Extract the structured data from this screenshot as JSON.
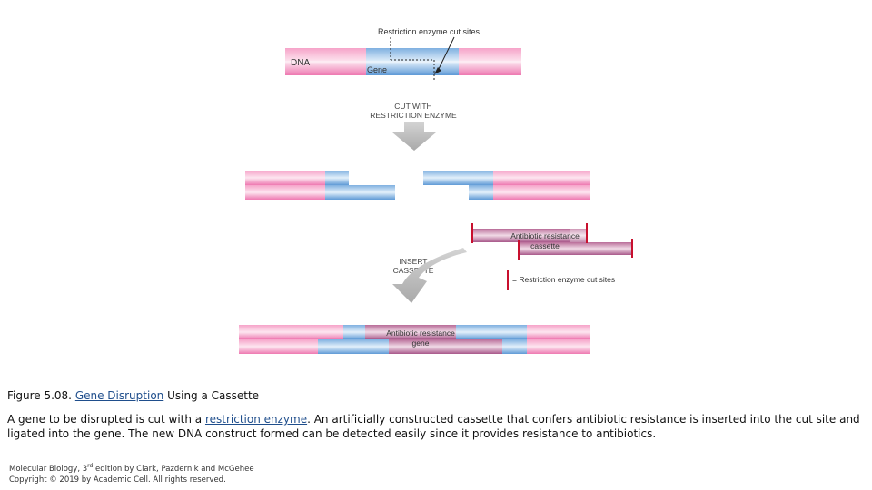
{
  "diagram": {
    "labels": {
      "cut_sites": "Restriction enzyme cut sites",
      "dna": "DNA",
      "gene": "Gene",
      "cut_step_line1": "CUT WITH",
      "cut_step_line2": "RESTRICTION ENZYME",
      "cassette_line1": "Antibiotic resistance",
      "cassette_line2": "cassette",
      "insert_step_line1": "INSERT",
      "insert_step_line2": "CASSETTE",
      "legend": "= Restriction enzyme cut sites",
      "result_line1": "Antibiotic resistance",
      "result_line2": "gene"
    },
    "colors": {
      "pink": "#f27fb6",
      "blue": "#6fa6dc",
      "cassette": "#b56a95",
      "cut_mark": "#c8102e",
      "arrow": "#b9b9b9"
    }
  },
  "caption": {
    "figure_prefix": "Figure 5.08. ",
    "figure_link": "Gene Disruption",
    "figure_suffix": " Using a Cassette",
    "desc_part1": "A gene to be disrupted is cut with a ",
    "desc_link": "restriction enzyme",
    "desc_part2": ". An artificially constructed cassette that confers antibiotic resistance is inserted into the cut site and ligated into the gene. The new DNA construct formed can be detected easily since it provides resistance to antibiotics."
  },
  "credits": {
    "line1_before": "Molecular Biology, 3",
    "line1_sup": "rd",
    "line1_after": " edition by Clark, Pazdernik and  McGehee",
    "line2": "Copyright © 2019 by Academic Cell. All rights reserved."
  }
}
